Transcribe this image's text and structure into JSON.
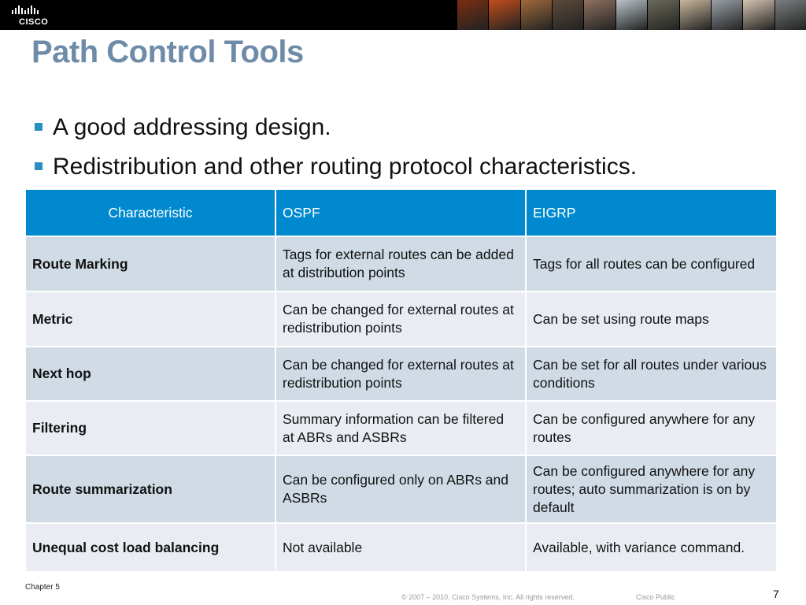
{
  "header": {
    "logo_text": "CISCO",
    "photo_strip_colors": [
      "#7a2e12",
      "#c44d1c",
      "#a06a3c",
      "#5d4a3a",
      "#8f7160",
      "#b9c3c8",
      "#6a6a5a",
      "#c9b79c",
      "#9aa2a8",
      "#d4c4b0",
      "#7b7f80"
    ]
  },
  "slide": {
    "title": "Path Control Tools",
    "bullets": [
      "A good addressing design.",
      "Redistribution and other routing protocol characteristics."
    ]
  },
  "table": {
    "headers": [
      "Characteristic",
      "OSPF",
      "EIGRP"
    ],
    "rows": [
      [
        "Route Marking",
        "Tags for external routes can be added at distribution points",
        "Tags for all routes can be configured"
      ],
      [
        "Metric",
        "Can be changed for external routes at redistribution points",
        "Can be set using route maps"
      ],
      [
        "Next hop",
        "Can be changed for external routes at redistribution points",
        "Can be set for all routes under various conditions"
      ],
      [
        "Filtering",
        "Summary information can be filtered at ABRs and ASBRs",
        "Can be configured anywhere for any routes"
      ],
      [
        "Route summarization",
        "Can be configured only on ABRs and ASBRs",
        "Can be configured anywhere for any routes; auto summarization is on by default"
      ],
      [
        "Unequal cost load balancing",
        "Not available",
        "Available, with variance command."
      ]
    ]
  },
  "footer": {
    "chapter": "Chapter 5",
    "copyright": "© 2007 – 2010, Cisco Systems, Inc. All rights reserved.",
    "classification": "Cisco Public",
    "page_number": "7"
  },
  "colors": {
    "accent": "#0089cf",
    "title": "#6e8ca8",
    "row_dark": "#d0dbe6",
    "row_light": "#e9edf3"
  }
}
